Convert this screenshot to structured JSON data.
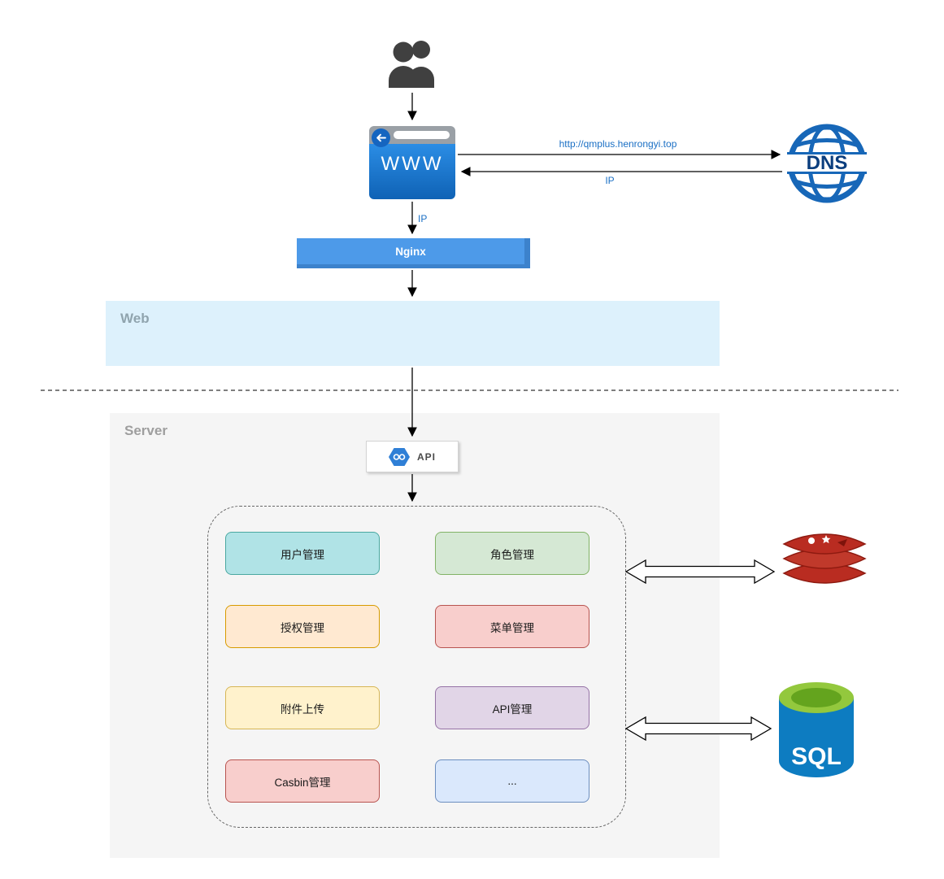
{
  "browser": {
    "label": "WWW"
  },
  "dns": {
    "label": "DNS"
  },
  "arrows": {
    "url_label": "http://qmplus.henrongyi.top",
    "ip_return_label": "IP",
    "ip_down_label": "IP"
  },
  "nginx": {
    "label": "Nginx"
  },
  "web": {
    "label": "Web"
  },
  "server": {
    "label": "Server"
  },
  "api": {
    "label": "API"
  },
  "modules": [
    {
      "label": "用户管理",
      "fill": "#b0e3e6",
      "stroke": "#4aa8a1"
    },
    {
      "label": "角色管理",
      "fill": "#d5e8d4",
      "stroke": "#82b366"
    },
    {
      "label": "授权管理",
      "fill": "#ffe9d1",
      "stroke": "#d79b00"
    },
    {
      "label": "菜单管理",
      "fill": "#f8cecc",
      "stroke": "#b85450"
    },
    {
      "label": "附件上传",
      "fill": "#fff2cc",
      "stroke": "#d6b656"
    },
    {
      "label": "API管理",
      "fill": "#e1d5e7",
      "stroke": "#9673a6"
    },
    {
      "label": "Casbin管理",
      "fill": "#f8cecc",
      "stroke": "#b85450"
    },
    {
      "label": "...",
      "fill": "#dae8fc",
      "stroke": "#6c8ebf"
    }
  ],
  "sql": {
    "label": "SQL"
  },
  "colors": {
    "label_blue": "#1a6fc4",
    "nginx_blue": "#4d9ae9",
    "web_band": "#ddf1fc",
    "server_gray": "#f5f5f5",
    "redis_red": "#b92c21",
    "sql_blue": "#0d7cc1",
    "sql_green": "#93c83d"
  },
  "icons": {
    "users": "users-icon",
    "browser_back": "back-arrow-icon",
    "dns_globe": "globe-icon",
    "api_hexagon": "api-hexagon-icon",
    "redis": "redis-stack-icon",
    "sql": "sql-database-icon"
  }
}
